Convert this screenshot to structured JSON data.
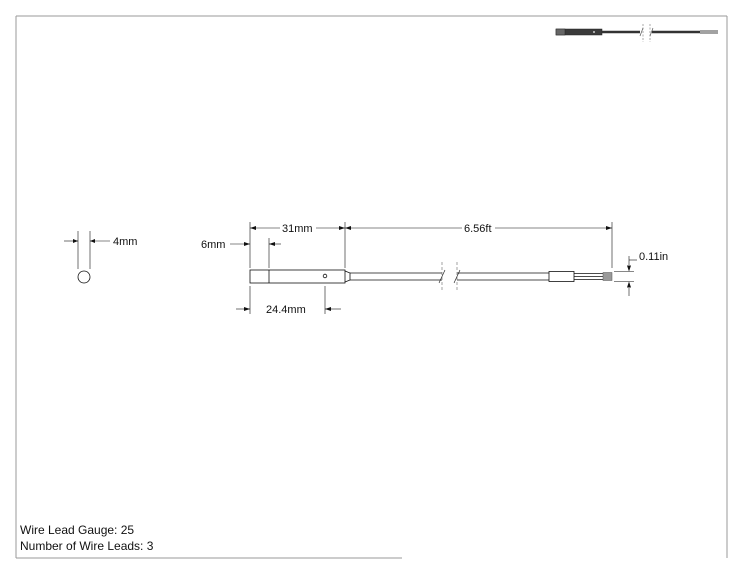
{
  "drawing": {
    "dimensions": {
      "end_diameter": "4mm",
      "tip_length": "6mm",
      "sensor_length": "31mm",
      "cable_length": "6.56ft",
      "lead_spacing": "0.11in",
      "body_length": "24.4mm"
    },
    "notes": {
      "wire_gauge": "Wire Lead Gauge: 25",
      "wire_leads": "Number of Wire Leads: 3"
    }
  }
}
